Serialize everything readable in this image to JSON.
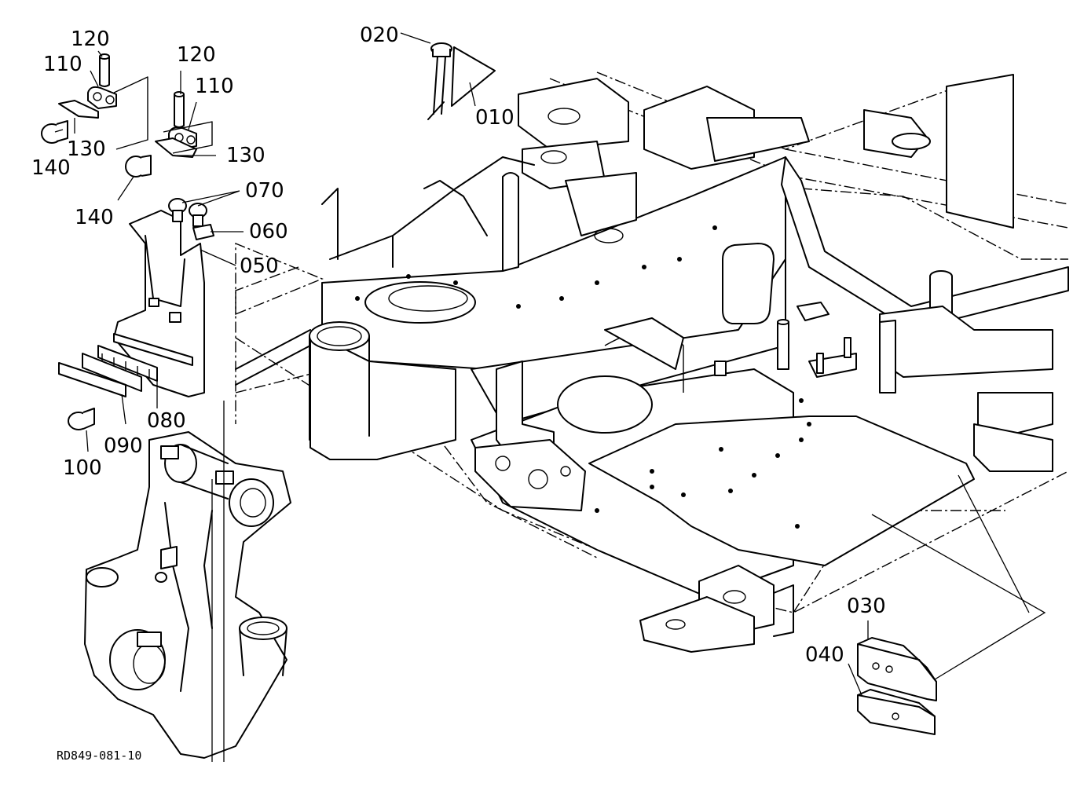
{
  "diagram": {
    "drawing_code": "RD849-081-10",
    "callouts": {
      "c010": "010",
      "c020": "020",
      "c030": "030",
      "c040": "040",
      "c050": "050",
      "c060": "060",
      "c070": "070",
      "c080": "080",
      "c090": "090",
      "c100": "100",
      "c110a": "110",
      "c110b": "110",
      "c120a": "120",
      "c120b": "120",
      "c130a": "130",
      "c130b": "130",
      "c140a": "140",
      "c140b": "140"
    }
  }
}
